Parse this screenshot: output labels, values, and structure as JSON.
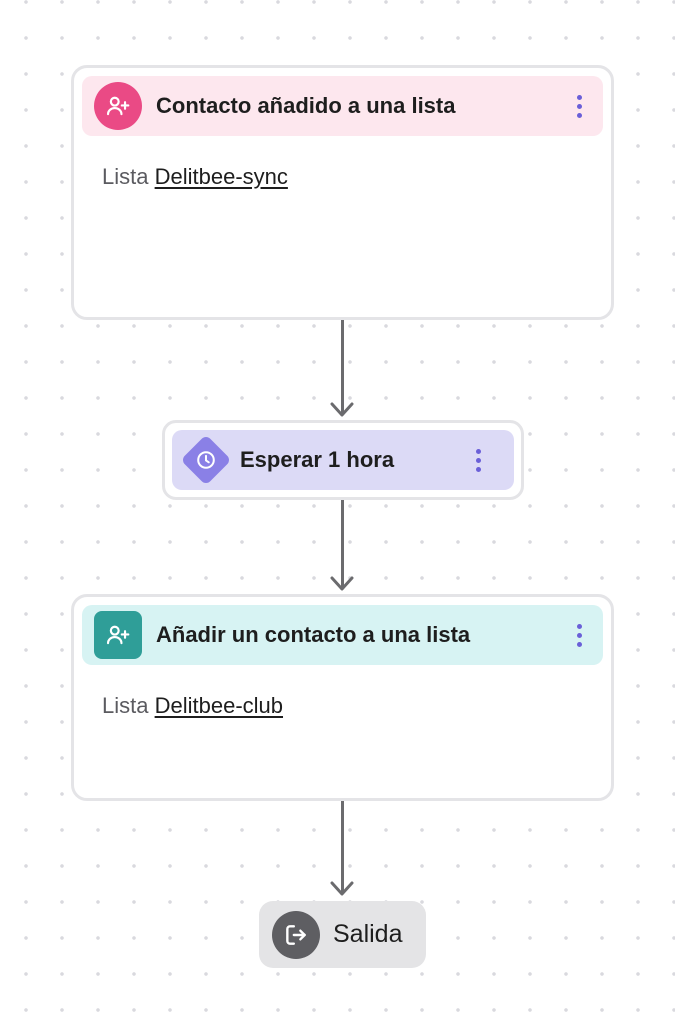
{
  "workflow": {
    "trigger": {
      "title": "Contacto añadido a una lista",
      "list_prefix": "Lista",
      "list_name": "Delitbee-sync",
      "icon": "user-plus-icon",
      "accent": "#ea4a85"
    },
    "wait": {
      "title": "Esperar 1 hora",
      "icon": "clock-icon",
      "accent": "#8a80e6"
    },
    "action": {
      "title": "Añadir un contacto a una lista",
      "list_prefix": "Lista",
      "list_name": "Delitbee-club",
      "icon": "user-plus-icon",
      "accent": "#2f9e98"
    },
    "exit": {
      "label": "Salida",
      "icon": "exit-icon"
    }
  }
}
